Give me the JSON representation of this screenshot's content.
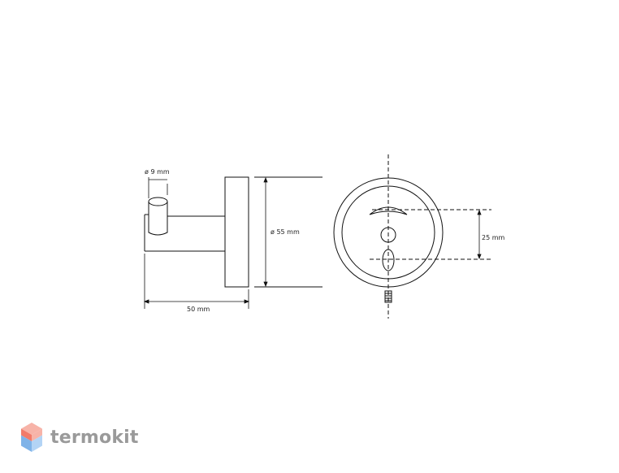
{
  "diagram": {
    "dimensions": {
      "peg_diameter": "ø 9 mm",
      "projection_length": "50 mm",
      "plate_diameter": "ø 55 mm",
      "hole_spacing": "25 mm"
    }
  },
  "brand": {
    "name": "termokit",
    "logo_colors": [
      "#f27b6a",
      "#f7b3a8",
      "#7fb3e8",
      "#b3d4f5"
    ]
  },
  "colors": {
    "line": "#111111",
    "text": "#222222"
  }
}
